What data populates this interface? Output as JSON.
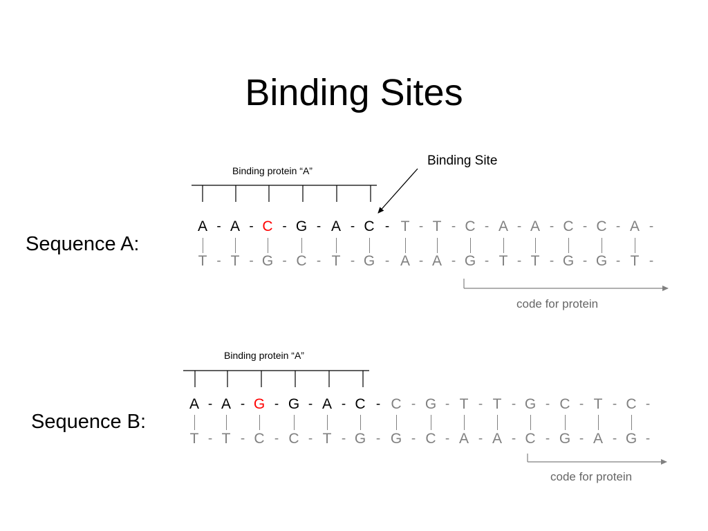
{
  "title": "Binding Sites",
  "binding_site_label": "Binding Site",
  "colors": {
    "dark": "#000000",
    "gray": "#808080",
    "highlight": "#ff0000"
  },
  "sequence_a": {
    "label": "Sequence A:",
    "protein_label": "Binding protein “A”",
    "code_label": "code for protein",
    "top_strand": [
      "A",
      "A",
      "C",
      "G",
      "A",
      "C",
      "T",
      "T",
      "C",
      "A",
      "A",
      "C",
      "C",
      "A"
    ],
    "bottom_strand": [
      "T",
      "T",
      "G",
      "C",
      "T",
      "G",
      "A",
      "A",
      "G",
      "T",
      "T",
      "G",
      "G",
      "T"
    ],
    "highlight_index": 2,
    "binding_length": 6
  },
  "sequence_b": {
    "label": "Sequence B:",
    "protein_label": "Binding protein “A”",
    "code_label": "code for protein",
    "top_strand": [
      "A",
      "A",
      "G",
      "G",
      "A",
      "C",
      "C",
      "G",
      "T",
      "T",
      "G",
      "C",
      "T",
      "C"
    ],
    "bottom_strand": [
      "T",
      "T",
      "C",
      "C",
      "T",
      "G",
      "G",
      "C",
      "A",
      "A",
      "C",
      "G",
      "A",
      "G"
    ],
    "highlight_index": 2,
    "binding_length": 6
  }
}
